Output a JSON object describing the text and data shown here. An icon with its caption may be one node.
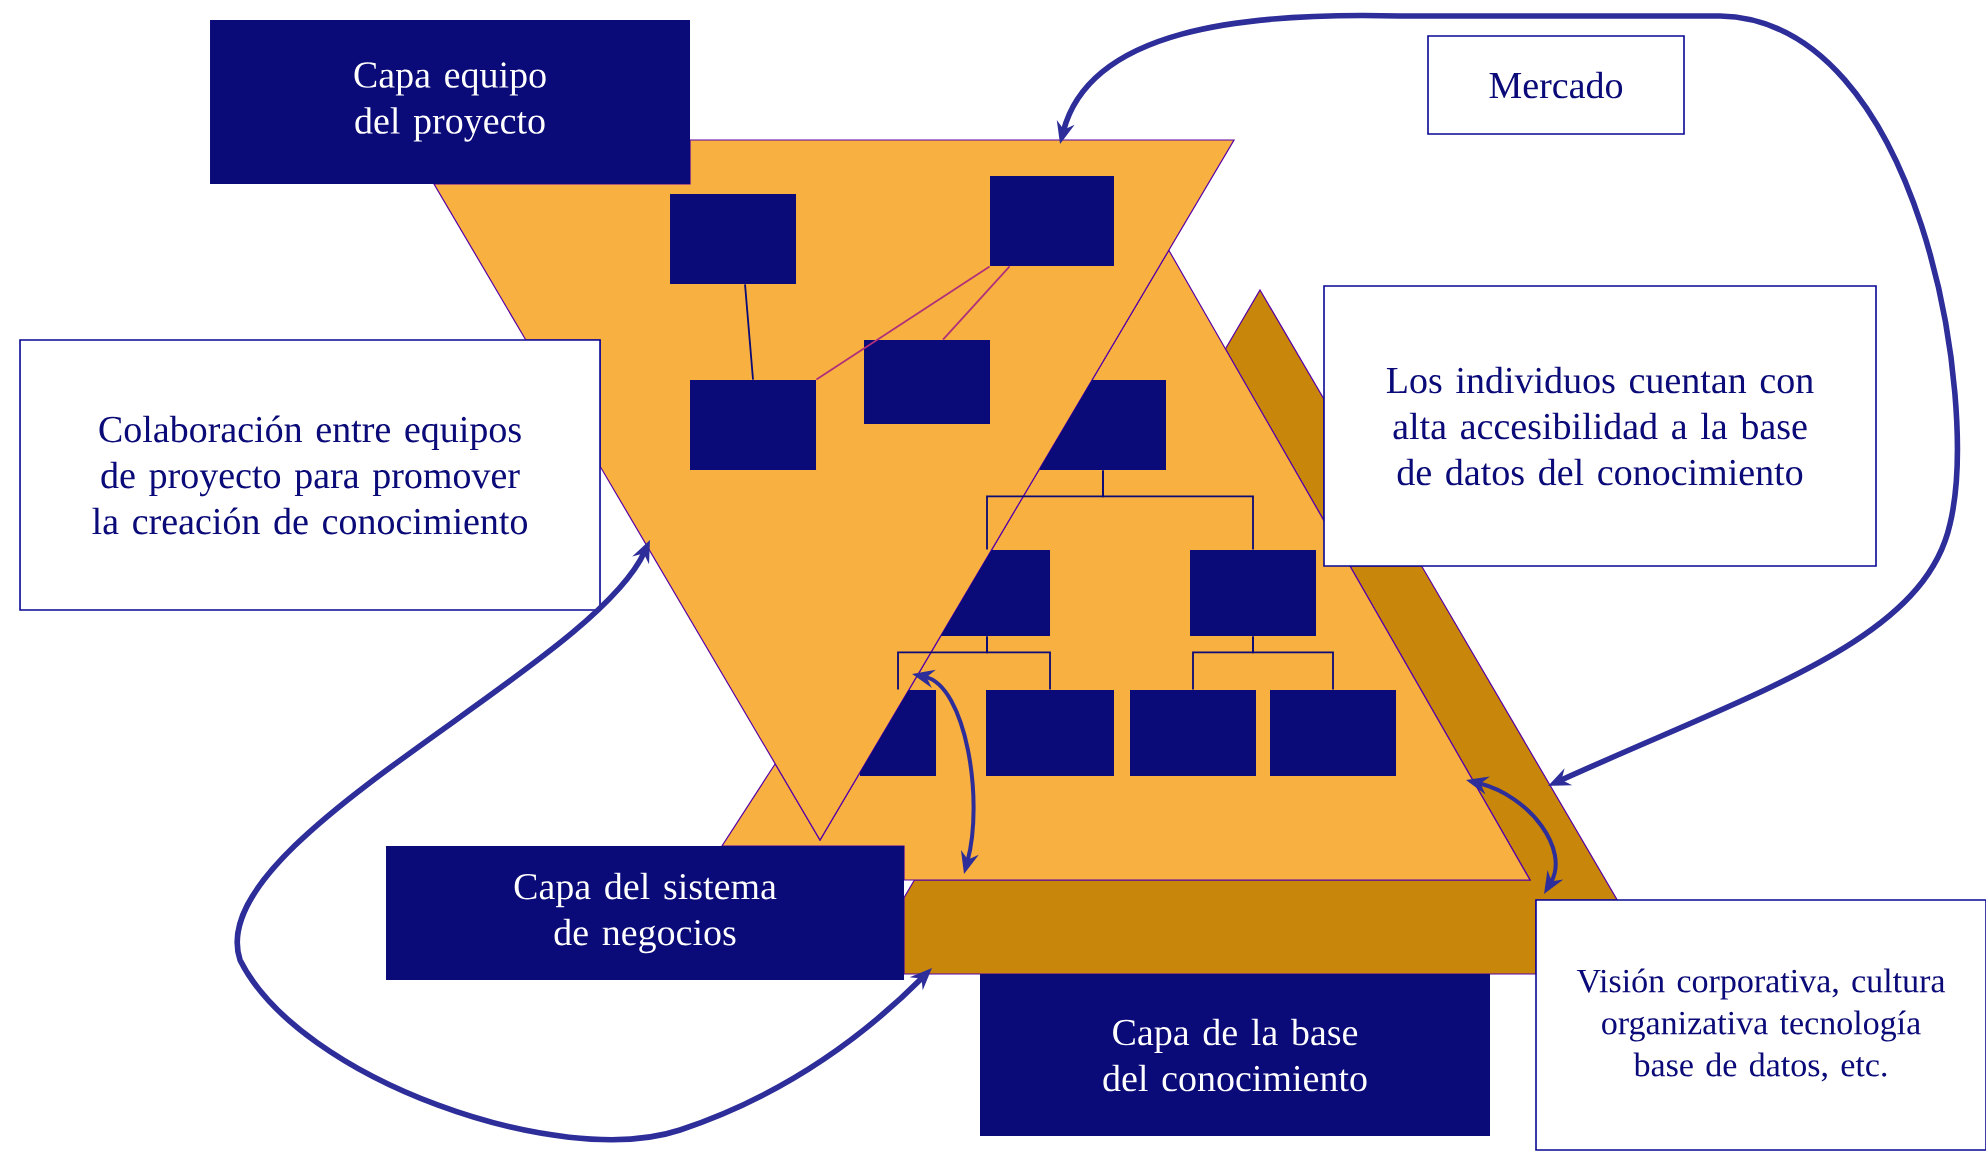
{
  "diagram": {
    "nodes": [
      {
        "text": [
          "Capa equipo del proyecto"
        ]
      },
      {
        "text": [
          "Mercado"
        ]
      },
      {
        "text": [],
        "shape": "triangle"
      },
      {
        "text": [],
        "shape": "box",
        "in": 2
      },
      {
        "text": [],
        "shape": "box",
        "in": 2
      },
      {
        "text": [],
        "shape": "box",
        "in": 2
      },
      {
        "text": [],
        "shape": "box",
        "in": 2
      },
      {
        "text": [
          "Los individuos cuentan con alta accesibilidad a la base de datos del conocimiento"
        ]
      },
      {
        "text": [
          "Colaboración entre equipos de proyecto para promover la creación de conocimiento"
        ]
      },
      {
        "text": [],
        "shape": "triangle"
      },
      {
        "text": [],
        "shape": "triangle"
      },
      {
        "text": [],
        "shape": "box",
        "in": 10
      },
      {
        "text": [],
        "shape": "box",
        "in": 10
      },
      {
        "text": [],
        "shape": "box",
        "in": 10
      },
      {
        "text": [],
        "shape": "box",
        "in": 10
      },
      {
        "text": [],
        "shape": "box",
        "in": 10
      },
      {
        "text": [],
        "shape": "box",
        "in": 10
      },
      {
        "text": [],
        "shape": "box",
        "in": 10
      },
      {
        "text": [
          "Capa del sistema de negocios"
        ]
      },
      {
        "text": [
          "Capa de la base del conocimiento"
        ]
      },
      {
        "text": [
          "Visión corporativa, cultura organizativa tecnología base de datos, etc."
        ]
      }
    ],
    "edges": [
      {
        "from": 2,
        "to": 9,
        "arrow": "both",
        "style": "thick"
      },
      {
        "from": 2,
        "to": 9,
        "arrow": "both",
        "style": "thick"
      },
      {
        "from": 2,
        "to": 10,
        "arrow": "both"
      },
      {
        "from": 10,
        "to": 9,
        "arrow": "both"
      },
      {
        "from": 3,
        "to": 5,
        "arrow": "none"
      },
      {
        "from": 4,
        "to": 5,
        "arrow": "none",
        "color": "#b0307a"
      },
      {
        "from": 4,
        "to": 6,
        "arrow": "none",
        "color": "#b0307a"
      },
      {
        "from": 11,
        "to": 12,
        "arrow": "none"
      },
      {
        "from": 11,
        "to": 13,
        "arrow": "none"
      },
      {
        "from": 12,
        "to": 14,
        "arrow": "none"
      },
      {
        "from": 12,
        "to": 15,
        "arrow": "none"
      },
      {
        "from": 13,
        "to": 16,
        "arrow": "none"
      },
      {
        "from": 13,
        "to": 17,
        "arrow": "none"
      }
    ]
  }
}
